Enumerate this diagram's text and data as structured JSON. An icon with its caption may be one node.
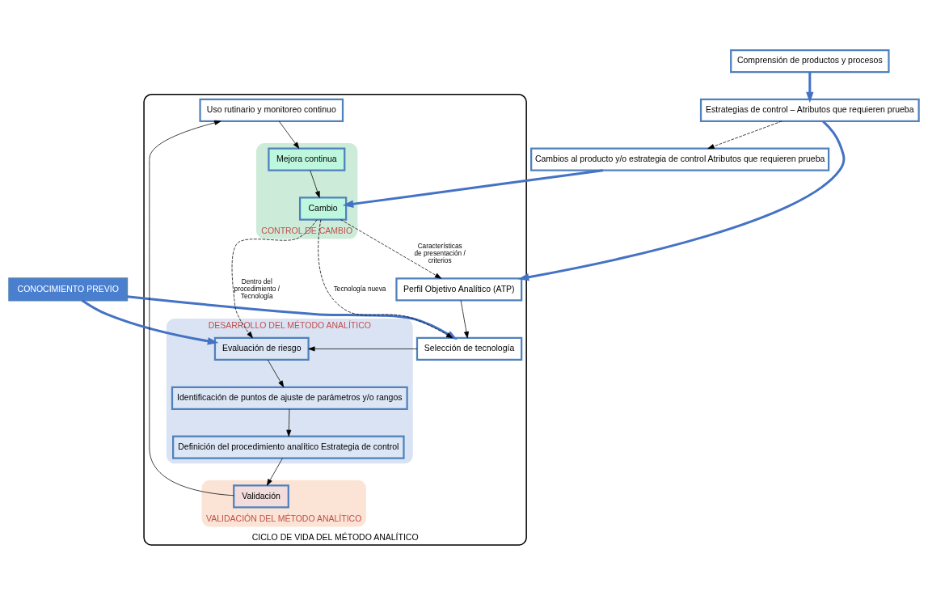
{
  "diagram": {
    "nodes": [
      {
        "text": [
          "CONOCIMIENTO PREVIO"
        ]
      },
      {
        "text": [
          "Comprensión de productos y procesos"
        ]
      },
      {
        "text": [
          "Estrategias de control – Atributos que requieren prueba"
        ]
      },
      {
        "text": [
          "Cambios al producto y/o estrategia de control Atributos que requieren prueba"
        ]
      },
      {
        "text": [
          "CICLO DE VIDA DEL MÉTODO ANALÍTICO"
        ]
      },
      {
        "text": [
          "Selección de tecnología"
        ],
        "in": 4
      },
      {
        "text": [
          "Perfil Objetivo Analítico (ATP)"
        ],
        "in": 4
      },
      {
        "text": [
          "DESARROLLO DEL MÉTODO ANALÍTICO"
        ],
        "in": 4
      },
      {
        "text": [
          "Evaluación de riesgo"
        ],
        "in": 7
      },
      {
        "text": [
          "Identificación de puntos de ajuste de parámetros y/o rangos"
        ],
        "in": 7
      },
      {
        "text": [
          "Definición del procedimiento analítico Estrategia de control"
        ],
        "in": 7
      },
      {
        "text": [
          "CONTROL DE CAMBIO"
        ],
        "in": 4
      },
      {
        "text": [
          "Cambio"
        ],
        "in": 11
      },
      {
        "text": [
          "Mejora continua"
        ],
        "in": 11
      },
      {
        "text": [
          "VALIDACIÓN DEL MÉTODO ANALÍTICO"
        ],
        "in": 4
      },
      {
        "text": [
          "Validación"
        ],
        "in": 14
      },
      {
        "text": [
          "Uso rutinario y monitoreo continuo"
        ],
        "in": 4
      }
    ],
    "edges": [
      {
        "from": 0,
        "to": 5,
        "arrow": "to",
        "style": "thick",
        "color": "#4472c4"
      },
      {
        "from": 0,
        "to": 8,
        "arrow": "to",
        "style": "thick",
        "color": "#4472c4"
      },
      {
        "from": 1,
        "to": 2,
        "arrow": "to",
        "style": "thick",
        "color": "#4472c4"
      },
      {
        "from": 2,
        "to": 6,
        "arrow": "to",
        "style": "thick",
        "color": "#4472c4"
      },
      {
        "from": 2,
        "to": 3,
        "arrow": "to",
        "style": "dashed"
      },
      {
        "from": 3,
        "to": 12,
        "arrow": "to",
        "style": "thick",
        "color": "#4472c4"
      },
      {
        "from": 6,
        "to": 5,
        "arrow": "to"
      },
      {
        "from": 5,
        "to": 8,
        "arrow": "to"
      },
      {
        "from": 8,
        "to": 9,
        "arrow": "to"
      },
      {
        "from": 9,
        "to": 10,
        "arrow": "to"
      },
      {
        "from": 10,
        "to": 15,
        "arrow": "to"
      },
      {
        "from": 15,
        "to": 16,
        "arrow": "to"
      },
      {
        "from": 16,
        "to": 13,
        "arrow": "to"
      },
      {
        "from": 13,
        "to": 12,
        "arrow": "to"
      },
      {
        "from": 12,
        "to": 5,
        "arrow": "to",
        "style": "dashed",
        "label": "Tecnología nueva"
      },
      {
        "from": 12,
        "to": 8,
        "arrow": "to",
        "style": "dashed",
        "label": "Dentro del procedimiento / Tecnología"
      },
      {
        "from": 12,
        "to": 6,
        "arrow": "to",
        "style": "dashed",
        "label": "Características de presentación / criterios"
      }
    ]
  }
}
